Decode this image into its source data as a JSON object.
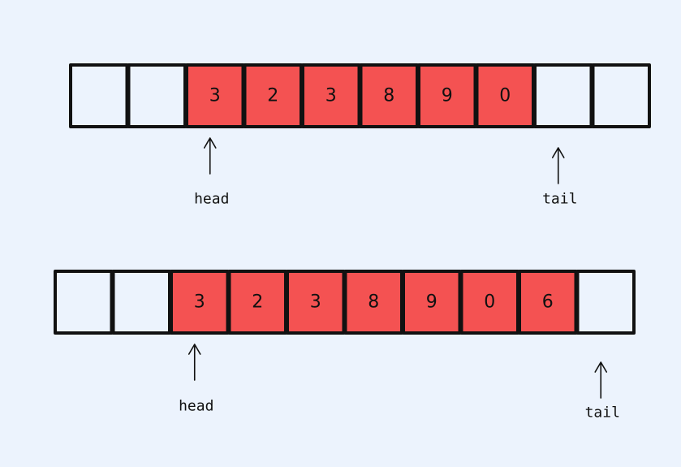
{
  "colors": {
    "background": "#ecf3fd",
    "filled_cell": "#f45252",
    "empty_cell": "#ecf3fd",
    "stroke": "#111111"
  },
  "queues": [
    {
      "cells": [
        "",
        "",
        "3",
        "2",
        "3",
        "8",
        "9",
        "0",
        "",
        ""
      ],
      "filled": [
        false,
        false,
        true,
        true,
        true,
        true,
        true,
        true,
        false,
        false
      ],
      "head_label": "head",
      "tail_label": "tail",
      "head_index": 2,
      "tail_index": 8
    },
    {
      "cells": [
        "",
        "",
        "3",
        "2",
        "3",
        "8",
        "9",
        "0",
        "6",
        ""
      ],
      "filled": [
        false,
        false,
        true,
        true,
        true,
        true,
        true,
        true,
        true,
        false
      ],
      "head_label": "head",
      "tail_label": "tail",
      "head_index": 2,
      "tail_index": 9
    }
  ]
}
